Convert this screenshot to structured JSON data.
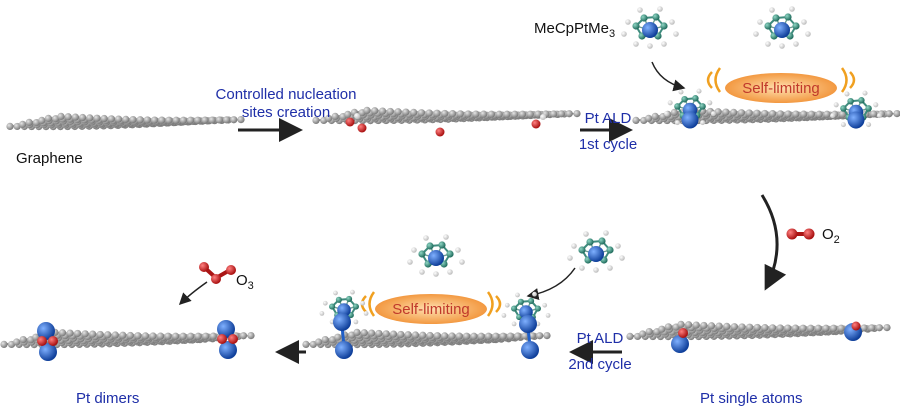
{
  "labels": {
    "graphene": "Graphene",
    "nucleation_line1": "Controlled nucleation",
    "nucleation_line2": "sites creation",
    "ald1_line1": "Pt ALD",
    "ald1_line2": "1st cycle",
    "precursor_main": "MeCpPtMe",
    "precursor_sub": "3",
    "self_limiting_top": "Self-limiting",
    "o2_main": "O",
    "o2_sub": "2",
    "single_atoms": "Pt single atoms",
    "ald2_line1": "Pt ALD",
    "ald2_line2": "2nd cycle",
    "self_limiting_bottom": "Self-limiting",
    "o3_main": "O",
    "o3_sub": "3",
    "dimers": "Pt dimers"
  },
  "colors": {
    "carbon": "#9a9a9a",
    "oxygen": "#d41f1f",
    "platinum": "#1f5fc8",
    "ligand_carbon": "#2e8b7a",
    "hydrogen": "#f4f4f4",
    "self_limiting_fill": "#f5a64a",
    "label_blue": "#1f2fa8"
  }
}
